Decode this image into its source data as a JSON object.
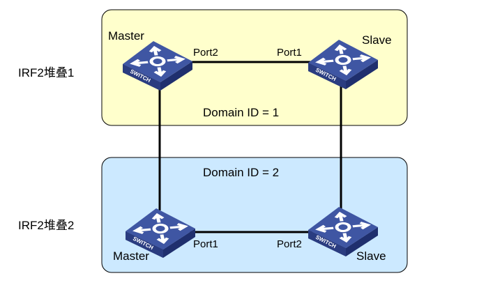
{
  "stacks": [
    {
      "name": "IRF2堆叠1",
      "domain": "Domain ID = 1",
      "fill": "#ffffcc",
      "master": {
        "role": "Master",
        "port": "Port2"
      },
      "slave": {
        "role": "Slave",
        "port": "Port1"
      }
    },
    {
      "name": "IRF2堆叠2",
      "domain": "Domain ID = 2",
      "fill": "#cce9ff",
      "master": {
        "role": "Master",
        "port": "Port1"
      },
      "slave": {
        "role": "Slave",
        "port": "Port2"
      }
    }
  ],
  "switch_label": "SWITCH",
  "colors": {
    "switch_top": "#3a4f9a",
    "switch_side": "#1f2f6e",
    "line": "#000000"
  }
}
